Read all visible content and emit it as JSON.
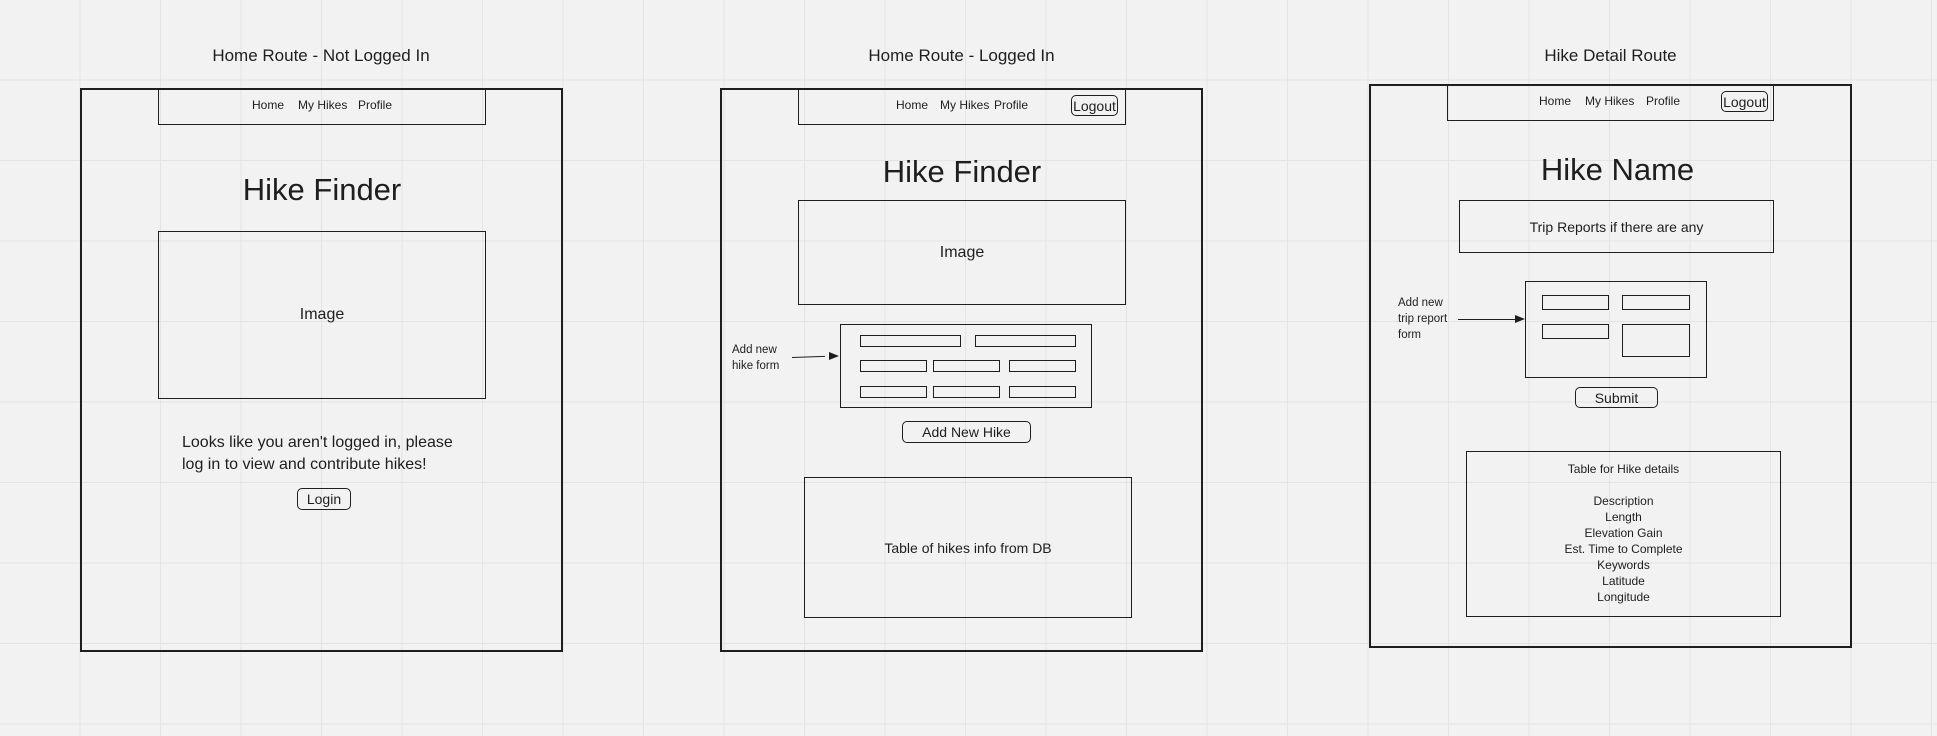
{
  "frames": {
    "not_logged_in": {
      "title": "Home Route - Not Logged In",
      "nav": [
        "Home",
        "My Hikes",
        "Profile"
      ],
      "heading": "Hike Finder",
      "image_label": "Image",
      "message_line1": "Looks like you aren't logged in, please",
      "message_line2": "log in to view and contribute hikes!",
      "login_label": "Login"
    },
    "logged_in": {
      "title": "Home Route - Logged In",
      "nav": [
        "Home",
        "My Hikes",
        "Profile"
      ],
      "logout_label": "Logout",
      "heading": "Hike Finder",
      "image_label": "Image",
      "form_note_line1": "Add new",
      "form_note_line2": "hike form",
      "add_button_label": "Add New Hike",
      "table_label": "Table of hikes info from DB"
    },
    "hike_detail": {
      "title": "Hike Detail Route",
      "nav": [
        "Home",
        "My Hikes",
        "Profile"
      ],
      "logout_label": "Logout",
      "heading": "Hike Name",
      "trip_reports_label": "Trip Reports if there are any",
      "form_note_lines": [
        "Add new",
        "trip report",
        "form"
      ],
      "submit_label": "Submit",
      "table_title": "Table for Hike details",
      "table_fields": [
        "Description",
        "Length",
        "Elevation Gain",
        "Est. Time to Complete",
        "Keywords",
        "Latitude",
        "Longitude"
      ]
    }
  },
  "colors": {
    "background": "#f2f2f2",
    "grid": "#e4e4e4",
    "stroke": "#1e1e1e"
  }
}
